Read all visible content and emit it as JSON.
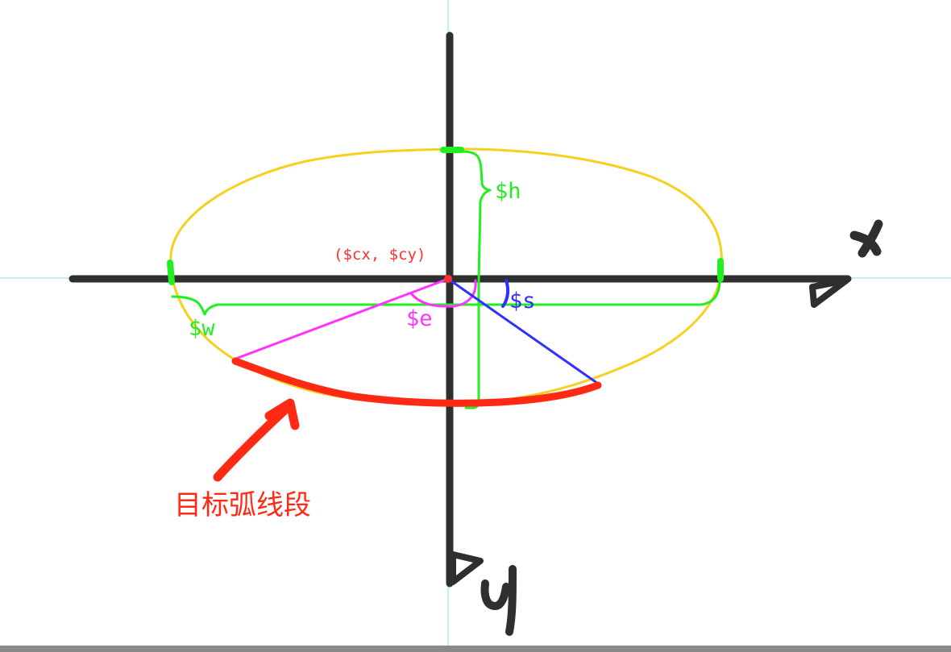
{
  "labels": {
    "x_axis": "x",
    "y_axis": "y",
    "center": "($cx, $cy)",
    "height_param": "$h",
    "width_param": "$w",
    "start_angle": "$s",
    "end_angle": "$e",
    "target_arc": "目标弧线段"
  },
  "colors": {
    "guide": "#7fe3e8",
    "axis": "#2f2f2f",
    "ellipse": "#f5d020",
    "height_bracket": "#22ee22",
    "width_bracket": "#22ee22",
    "center_label": "#ff3030",
    "start_line": "#3030ff",
    "end_line": "#ff33ff",
    "target_arc": "#ff2a14",
    "bottom_bar": "#8a8a8a"
  }
}
